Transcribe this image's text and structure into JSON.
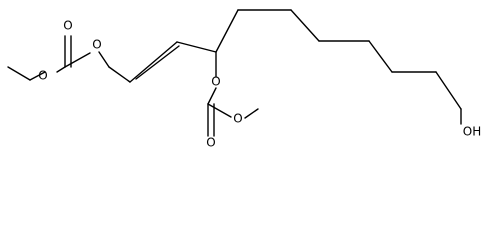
{
  "molecule": {
    "atoms": [
      {
        "id": "o_carbonyl_1",
        "label": "O"
      },
      {
        "id": "o_ester_1",
        "label": "O"
      },
      {
        "id": "o_methoxy_1",
        "label": "O"
      },
      {
        "id": "o_ester_2",
        "label": "O"
      },
      {
        "id": "o_carbonyl_2",
        "label": "O"
      },
      {
        "id": "o_methoxy_2",
        "label": "O"
      },
      {
        "id": "oh_terminal",
        "label": "OH"
      }
    ]
  },
  "colors": {
    "bond": "#000000",
    "label": "#000000",
    "background": "#ffffff"
  }
}
